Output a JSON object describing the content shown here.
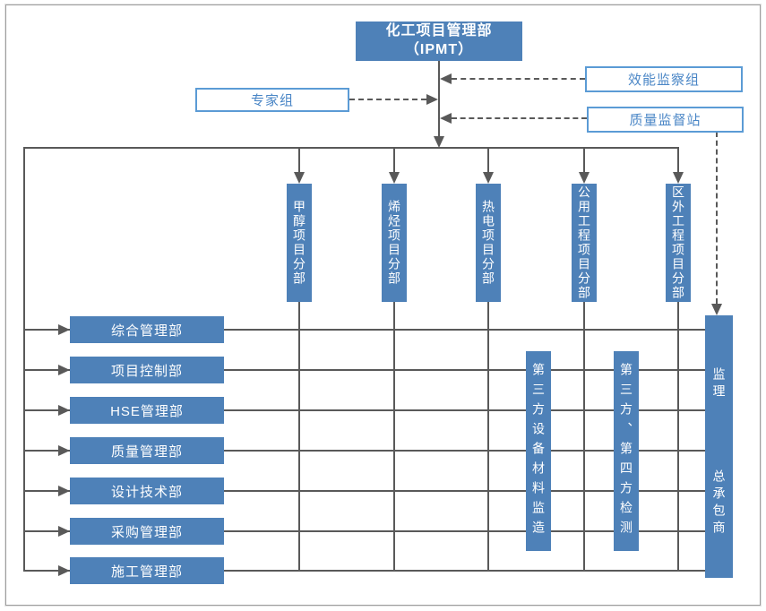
{
  "colors": {
    "box_fill": "#4E81B8",
    "outline_border": "#5B9BD5",
    "outline_text": "#4A86C6",
    "line": "#595959",
    "text_on_fill": "#FFFFFF"
  },
  "chart": {
    "root": {
      "line1": "化工项目管理部",
      "line2": "（IPMT）"
    },
    "expert_group": "专家组",
    "efficiency_group": "效能监察组",
    "quality_station": "质量监督站",
    "divisions": [
      "甲醇项目分部",
      "烯烃项目分部",
      "热电项目分部",
      "公用工程项目分部",
      "区外工程项目分部"
    ],
    "departments": [
      "综合管理部",
      "项目控制部",
      "HSE管理部",
      "质量管理部",
      "设计技术部",
      "采购管理部",
      "施工管理部"
    ],
    "third_party": [
      "第三方设备材料监造",
      "第三方、第四方检测"
    ],
    "right_column": {
      "supervision": "监理",
      "general_contractor": "总承包商"
    }
  }
}
